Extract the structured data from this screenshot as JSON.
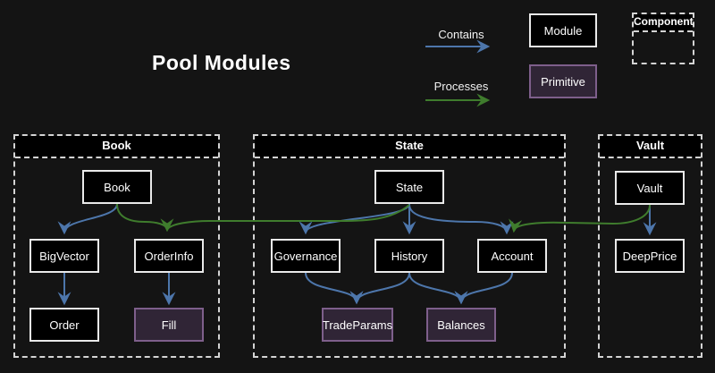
{
  "title": "Pool Modules",
  "legend": {
    "contains_label": "Contains",
    "processes_label": "Processes",
    "module_label": "Module",
    "primitive_label": "Primitive",
    "component_label": "Component"
  },
  "colors": {
    "background": "#141414",
    "module_fill": "#000000",
    "module_border": "#eaeaea",
    "primitive_fill": "#302536",
    "primitive_border": "#7e5f8b",
    "contains_arrow_blue": "#4d76ab",
    "processes_arrow_green": "#3f7c2d",
    "container_dash": "#d4d4d4",
    "text": "#ffffff"
  },
  "containers": {
    "book": {
      "title": "Book"
    },
    "state": {
      "title": "State"
    },
    "vault": {
      "title": "Vault"
    }
  },
  "nodes": {
    "book": {
      "label": "Book",
      "type": "module"
    },
    "bigvector": {
      "label": "BigVector",
      "type": "module"
    },
    "orderinfo": {
      "label": "OrderInfo",
      "type": "module"
    },
    "order": {
      "label": "Order",
      "type": "module"
    },
    "fill": {
      "label": "Fill",
      "type": "primitive"
    },
    "state": {
      "label": "State",
      "type": "module"
    },
    "governance": {
      "label": "Governance",
      "type": "module"
    },
    "history": {
      "label": "History",
      "type": "module"
    },
    "account": {
      "label": "Account",
      "type": "module"
    },
    "tradeparams": {
      "label": "TradeParams",
      "type": "primitive"
    },
    "balances": {
      "label": "Balances",
      "type": "primitive"
    },
    "vault": {
      "label": "Vault",
      "type": "module"
    },
    "deepprice": {
      "label": "DeepPrice",
      "type": "module"
    }
  },
  "edges": [
    {
      "from": "Book",
      "to": "BigVector",
      "type": "contains"
    },
    {
      "from": "BigVector",
      "to": "Order",
      "type": "contains"
    },
    {
      "from": "OrderInfo",
      "to": "Fill",
      "type": "contains"
    },
    {
      "from": "Book",
      "to": "OrderInfo",
      "type": "processes"
    },
    {
      "from": "State",
      "to": "Governance",
      "type": "contains"
    },
    {
      "from": "State",
      "to": "History",
      "type": "contains"
    },
    {
      "from": "State",
      "to": "Account",
      "type": "contains"
    },
    {
      "from": "Governance",
      "to": "TradeParams",
      "type": "contains"
    },
    {
      "from": "History",
      "to": "TradeParams",
      "type": "contains"
    },
    {
      "from": "History",
      "to": "Balances",
      "type": "contains"
    },
    {
      "from": "Account",
      "to": "Balances",
      "type": "contains"
    },
    {
      "from": "State",
      "to": "OrderInfo",
      "type": "processes"
    },
    {
      "from": "Vault",
      "to": "DeepPrice",
      "type": "contains"
    },
    {
      "from": "Vault",
      "to": "Account",
      "type": "processes"
    }
  ]
}
